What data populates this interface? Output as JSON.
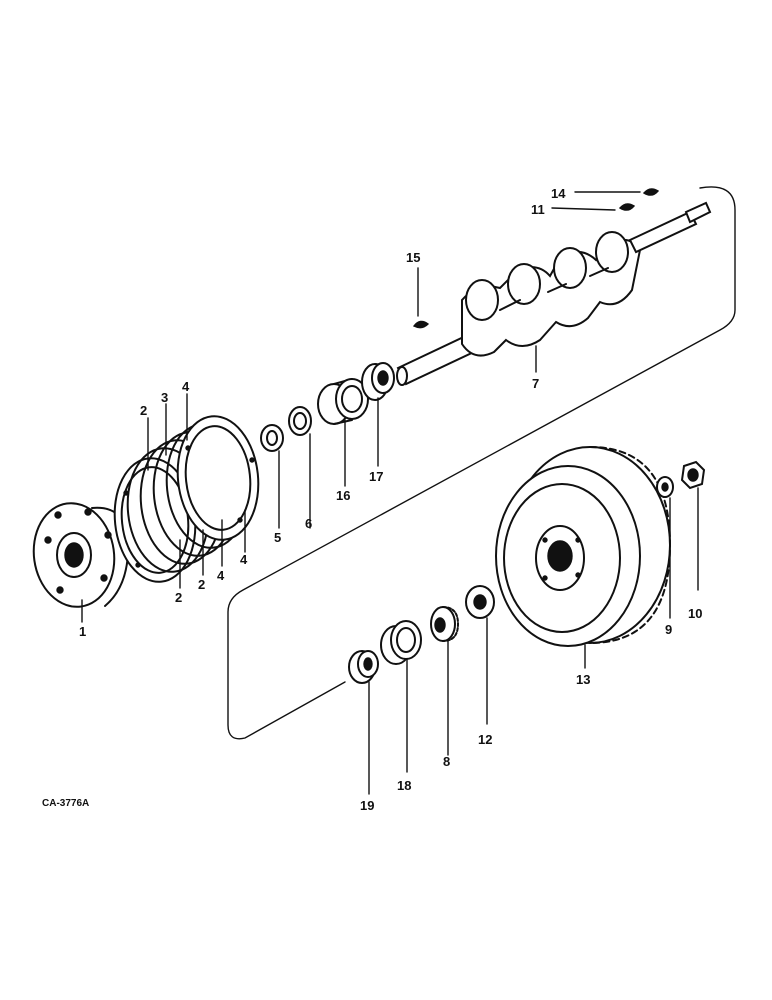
{
  "figure": {
    "reference_code": "CA-3776A",
    "callouts": {
      "c1": "1",
      "c2a": "2",
      "c3": "3",
      "c4a": "4",
      "c2b": "2",
      "c2c": "2",
      "c4b": "4",
      "c4c": "4",
      "c5": "5",
      "c6": "6",
      "c16": "16",
      "c17": "17",
      "c15": "15",
      "c14": "14",
      "c11": "11",
      "c7": "7",
      "c9": "9",
      "c10": "10",
      "c13": "13",
      "c12": "12",
      "c8": "8",
      "c18": "18",
      "c19": "19"
    }
  },
  "colors": {
    "ink": "#111111",
    "paper": "#ffffff"
  }
}
